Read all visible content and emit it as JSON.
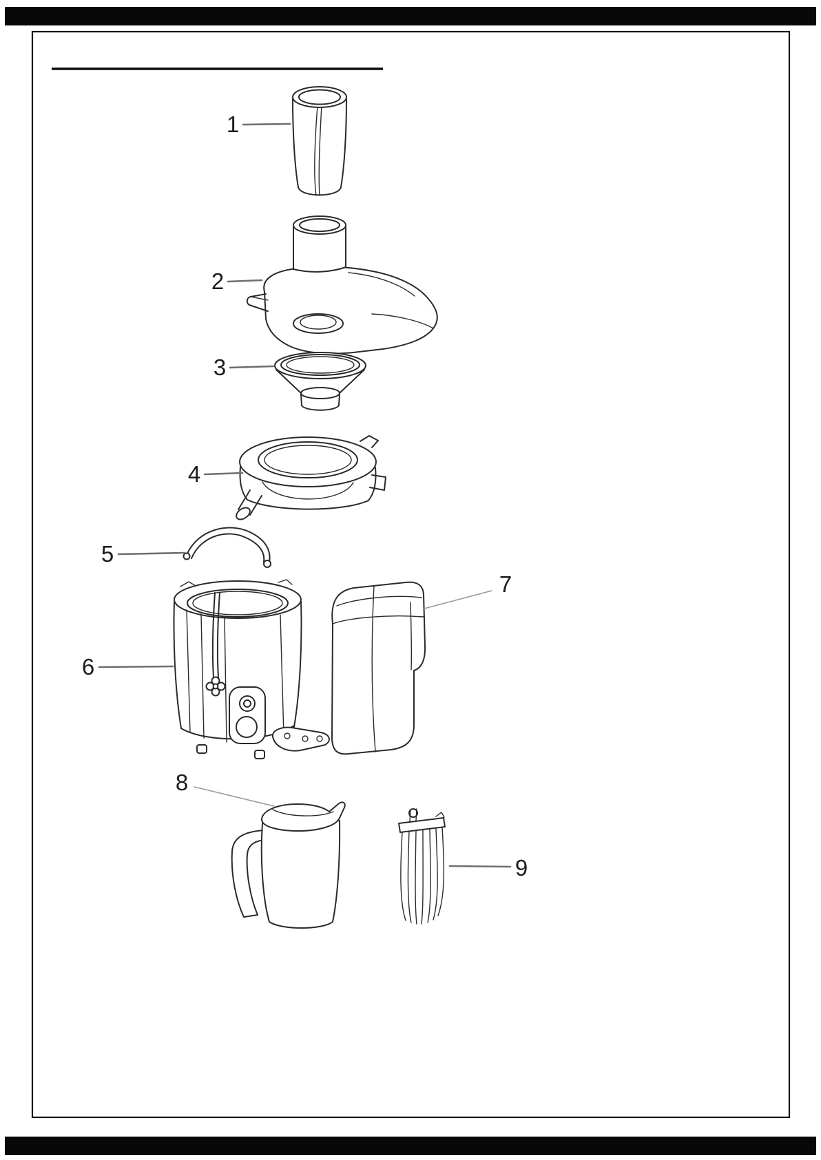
{
  "colors": {
    "line": "#2a2a2a",
    "leader": "#6e6e6e",
    "leader-thin": "#9a9a9a",
    "bar": "#080808",
    "ink": "#1c1c1c"
  },
  "parts": [
    {
      "number": "1"
    },
    {
      "number": "2"
    },
    {
      "number": "3"
    },
    {
      "number": "4"
    },
    {
      "number": "5"
    },
    {
      "number": "6"
    },
    {
      "number": "7"
    },
    {
      "number": "8"
    },
    {
      "number": "9"
    }
  ]
}
